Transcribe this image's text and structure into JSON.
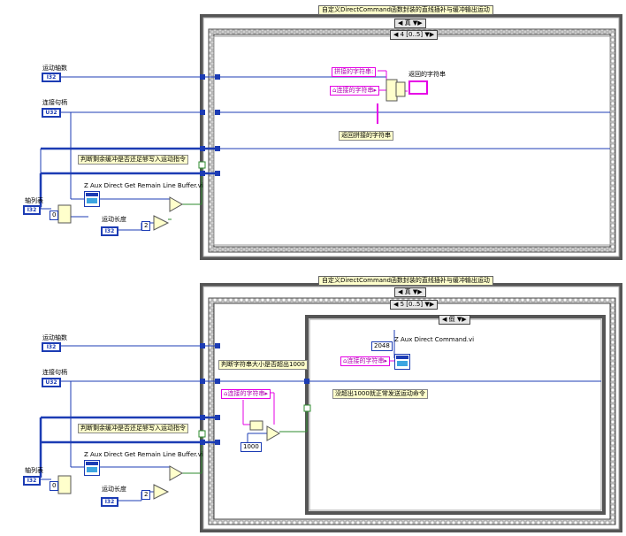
{
  "panel1": {
    "title": "自定义DirectCommand函数封装的直线插补与缓冲输出运动",
    "case_selector": "真",
    "seq_selector": "4 [0..5]",
    "label_axis_count": "运动轴数",
    "label_handle": "连接句柄",
    "label_axis_list": "轴列表",
    "label_motion_len": "运动长度",
    "note_buffer": "判断剩余缓冲是否还足够写入运动指令",
    "vi_buffer": "Z Aux Direct Get Remain Line Buffer.vi",
    "str_concat": "拼接的字符串:",
    "str_linked": "连接的字符串",
    "label_return": "返回的字符串",
    "note_return": "返回拼接的字符串",
    "const_zero": "0",
    "const_two": "2",
    "tag_i32": "I32",
    "tag_u32": "U32"
  },
  "panel2": {
    "title": "自定义DirectCommand函数封装的直线插补与缓冲输出运动",
    "case_selector": "真",
    "seq_selector": "5 [0..5]",
    "inner_case": "假",
    "label_axis_count": "运动轴数",
    "label_handle": "连接句柄",
    "label_axis_list": "轴列表",
    "label_motion_len": "运动长度",
    "note_buffer": "判断剩余缓冲是否还足够写入运动指令",
    "vi_buffer": "Z Aux Direct Get Remain Line Buffer.vi",
    "note_size": "判断字符串大小是否超出1000",
    "str_linked": "连接的字符串",
    "const_1000": "1000",
    "const_2048": "2048",
    "vi_command": "Z Aux Direct Command.vi",
    "note_exceed": "没超出1000就正常发送运动命令",
    "const_zero": "0",
    "const_two": "2",
    "tag_i32": "I32",
    "tag_u32": "U32"
  }
}
